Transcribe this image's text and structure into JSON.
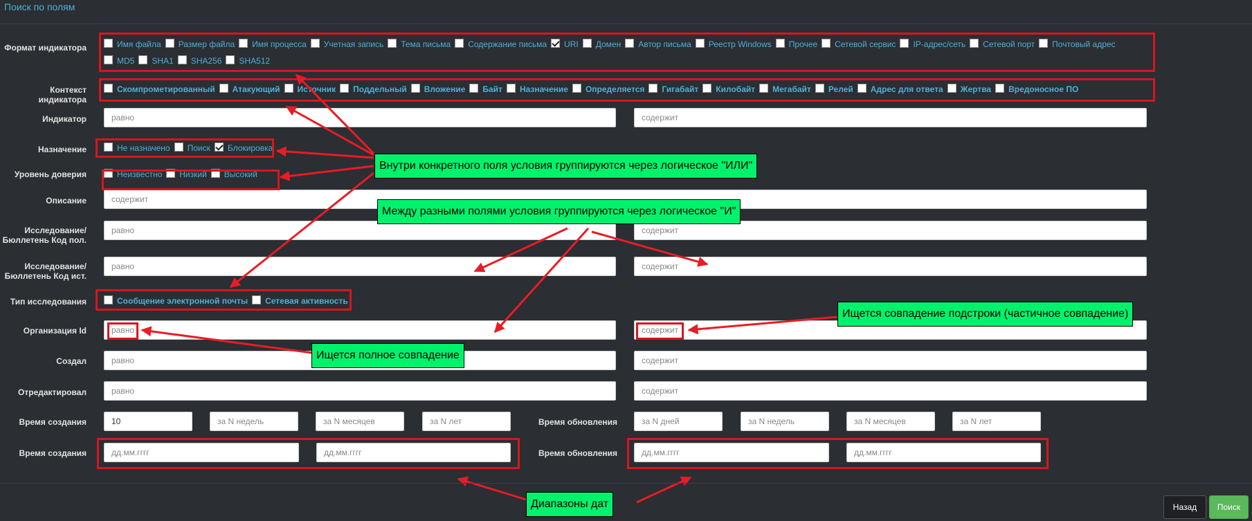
{
  "page": {
    "title": "Поиск по полям"
  },
  "fields": {
    "indicator_format": {
      "label": "Формат индикатора",
      "options": [
        {
          "label": "Имя файла",
          "checked": false
        },
        {
          "label": "Размер файла",
          "checked": false
        },
        {
          "label": "Имя процесса",
          "checked": false
        },
        {
          "label": "Учетная запись",
          "checked": false
        },
        {
          "label": "Тема письма",
          "checked": false
        },
        {
          "label": "Содержание письма",
          "checked": false
        },
        {
          "label": "URI",
          "checked": true
        },
        {
          "label": "Домен",
          "checked": false
        },
        {
          "label": "Автор письма",
          "checked": false
        },
        {
          "label": "Реестр Windows",
          "checked": false
        },
        {
          "label": "Прочее",
          "checked": false
        },
        {
          "label": "Сетевой сервис",
          "checked": false
        },
        {
          "label": "IP-адрес/сеть",
          "checked": false
        },
        {
          "label": "Сетевой порт",
          "checked": false
        },
        {
          "label": "Почтовый адрес",
          "checked": false
        },
        {
          "label": "MD5",
          "checked": false
        },
        {
          "label": "SHA1",
          "checked": false
        },
        {
          "label": "SHA256",
          "checked": false
        },
        {
          "label": "SHA512",
          "checked": false
        }
      ]
    },
    "indicator_context": {
      "label": "Контекст индикатора",
      "options": [
        {
          "label": "Скомпрометированный",
          "checked": false
        },
        {
          "label": "Атакующий",
          "checked": false
        },
        {
          "label": "Источник",
          "checked": false
        },
        {
          "label": "Поддельный",
          "checked": false
        },
        {
          "label": "Вложение",
          "checked": false
        },
        {
          "label": "Байт",
          "checked": false
        },
        {
          "label": "Назначение",
          "checked": false
        },
        {
          "label": "Определяется",
          "checked": false
        },
        {
          "label": "Гигабайт",
          "checked": false
        },
        {
          "label": "Килобайт",
          "checked": false
        },
        {
          "label": "Мегабайт",
          "checked": false
        },
        {
          "label": "Релей",
          "checked": false
        },
        {
          "label": "Адрес для ответа",
          "checked": false
        },
        {
          "label": "Жертва",
          "checked": false
        },
        {
          "label": "Вредоносное ПО",
          "checked": false
        }
      ]
    },
    "indicator": {
      "label": "Индикатор",
      "eq_placeholder": "равно",
      "contains_placeholder": "содержит"
    },
    "assignment": {
      "label": "Назначение",
      "options": [
        {
          "label": "Не назначено",
          "checked": false
        },
        {
          "label": "Поиск",
          "checked": false
        },
        {
          "label": "Блокировка",
          "checked": true
        }
      ]
    },
    "confidence": {
      "label": "Уровень доверия",
      "options": [
        {
          "label": "Неизвестно",
          "checked": false
        },
        {
          "label": "Низкий",
          "checked": false
        },
        {
          "label": "Высокий",
          "checked": false
        }
      ]
    },
    "description": {
      "label": "Описание",
      "placeholder": "содержит"
    },
    "research_bulletin_code_pol": {
      "label_line1": "Исследование/",
      "label_line2": "Бюллетень Код пол.",
      "eq_placeholder": "равно",
      "contains_placeholder": "содержит"
    },
    "research_bulletin_code_ist": {
      "label_line1": "Исследование/",
      "label_line2": "Бюллетень Код ист.",
      "eq_placeholder": "равно",
      "contains_placeholder": "содержит"
    },
    "research_type": {
      "label": "Тип исследования",
      "options": [
        {
          "label": "Сообщение электронной почты",
          "checked": false
        },
        {
          "label": "Сетевая активность",
          "checked": false
        }
      ]
    },
    "organization_id": {
      "label": "Организация Id",
      "eq_placeholder": "равно",
      "contains_placeholder": "содержит"
    },
    "created_by": {
      "label": "Создал",
      "eq_placeholder": "равно",
      "contains_placeholder": "содержит"
    },
    "edited_by": {
      "label": "Отредактировал",
      "eq_placeholder": "равно",
      "contains_placeholder": "содержит"
    },
    "creation_time_rel": {
      "label": "Время создания",
      "days_value": "10",
      "weeks_placeholder": "за N недель",
      "months_placeholder": "за N месяцев",
      "years_placeholder": "за N лет"
    },
    "update_time_rel": {
      "label": "Время обновления",
      "days_placeholder": "за N дней",
      "weeks_placeholder": "за N недель",
      "months_placeholder": "за N месяцев",
      "years_placeholder": "за N лет"
    },
    "creation_time_range": {
      "label": "Время создания",
      "from_placeholder": "дд.мм.гггг",
      "to_placeholder": "дд.мм.гггг"
    },
    "update_time_range": {
      "label": "Время обновления",
      "from_placeholder": "дд.мм.гггг",
      "to_placeholder": "дд.мм.гггг"
    }
  },
  "annotations": {
    "or_note": "Внутри конкретного поля условия группируются через логическое \"ИЛИ\"",
    "and_note": "Между разными полями условия группируются через логическое \"И\"",
    "substring_note": "Ищется совпадение подстроки (частичное совпадение)",
    "exact_note": "Ищется полное совпадение",
    "date_ranges_note": "Диапазоны дат",
    "annotation_color": "#00f26c",
    "highlight_color": "#d7161d"
  },
  "actions": {
    "back_label": "Назад",
    "search_label": "Поиск"
  },
  "colors": {
    "background": "#2b2e33",
    "link": "#4fb0d8",
    "primary": "#5cb85c"
  }
}
